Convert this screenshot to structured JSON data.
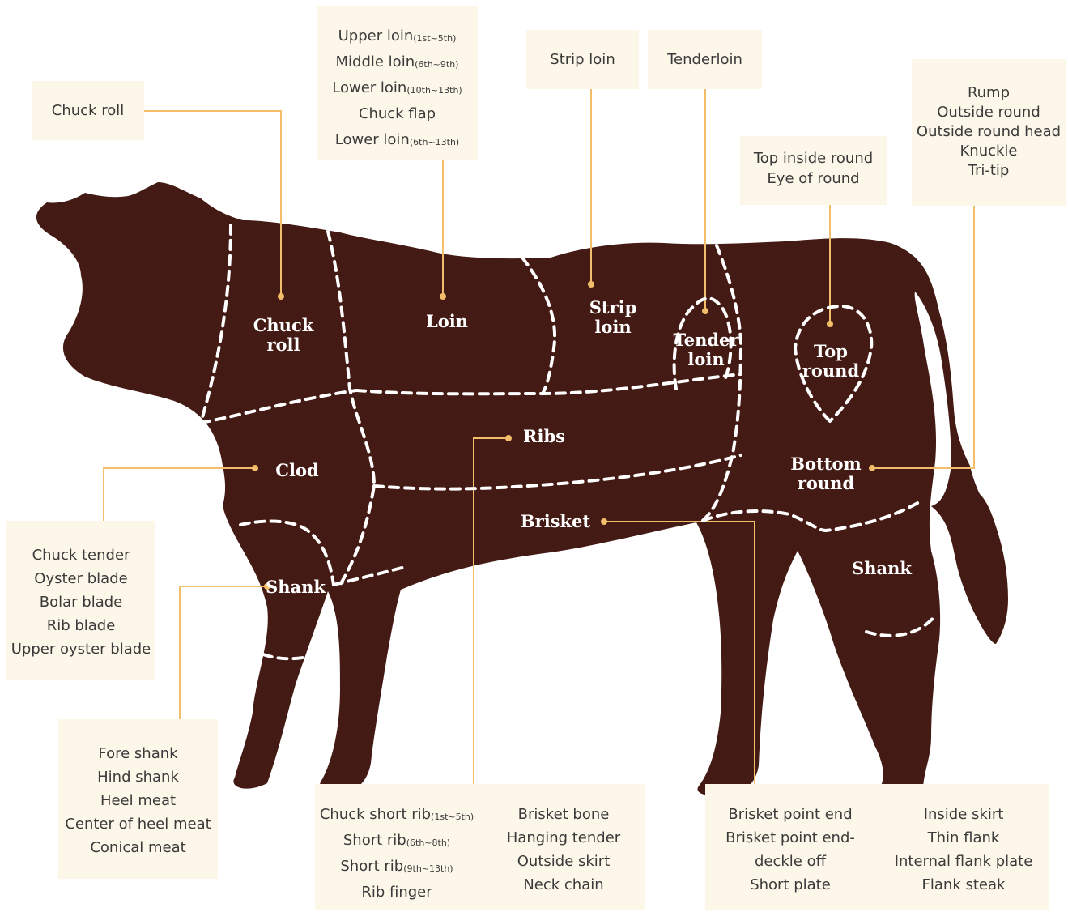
{
  "colors": {
    "body": "#431a14",
    "connector": "#f3be6a",
    "box_bg": "#fdf7ea",
    "text": "#3b3b3b",
    "label": "#ffffff"
  },
  "cuts": {
    "chuck_roll": "Chuck\nroll",
    "loin": "Loin",
    "strip_loin": "Strip\nloin",
    "tenderloin": "Tender\nloin",
    "top_round": "Top\nround",
    "clod": "Clod",
    "ribs": "Ribs",
    "bottom_round": "Bottom\nround",
    "brisket": "Brisket",
    "shank_front": "Shank",
    "shank_hind": "Shank"
  },
  "boxes": {
    "chuck_roll": [
      "Chuck roll"
    ],
    "loin": [
      {
        "text": "Upper loin",
        "sub": "(1st~5th)"
      },
      {
        "text": "Middle loin",
        "sub": "(6th~9th)"
      },
      {
        "text": "Lower loin",
        "sub": "(10th~13th)"
      },
      {
        "text": "Chuck flap",
        "sub": ""
      },
      {
        "text": "Lower loin",
        "sub": "(6th~13th)"
      }
    ],
    "strip_loin": [
      "Strip loin"
    ],
    "tenderloin": [
      "Tenderloin"
    ],
    "top_round": [
      "Top inside round",
      "Eye of round"
    ],
    "bottom_round": [
      "Rump",
      "Outside round",
      "Outside round head",
      "Knuckle",
      "Tri-tip"
    ],
    "clod": [
      "Chuck tender",
      "Oyster blade",
      "Bolar blade",
      "Rib blade",
      "Upper oyster blade"
    ],
    "shank": [
      "Fore shank",
      "Hind shank",
      "Heel meat",
      "Center of heel meat",
      "Conical meat"
    ],
    "ribs_left": [
      {
        "text": "Chuck short rib",
        "sub": "(1st~5th)"
      },
      {
        "text": "Short rib",
        "sub": "(6th~8th)"
      },
      {
        "text": "Short rib",
        "sub": "(9th~13th)"
      },
      {
        "text": "Rib finger",
        "sub": ""
      }
    ],
    "ribs_right": [
      "Brisket bone",
      "Hanging tender",
      "Outside skirt",
      "Neck chain"
    ],
    "brisket_left": [
      "Brisket point end",
      "Brisket point end-",
      "deckle off",
      "Short plate"
    ],
    "brisket_right": [
      "Inside skirt",
      "Thin flank",
      "Internal flank plate",
      "Flank steak"
    ]
  }
}
